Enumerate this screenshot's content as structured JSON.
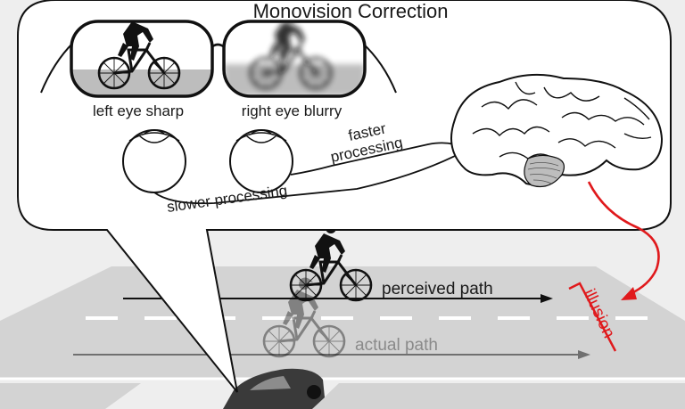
{
  "title": "Monovision Correction",
  "glasses": {
    "left_label": "left eye sharp",
    "right_label": "right eye blurry"
  },
  "processing": {
    "fast_line1": "faster",
    "fast_line2": "processing",
    "slow": "slower processing"
  },
  "road": {
    "perceived": "perceived path",
    "actual": "actual path",
    "illusion": "illusion"
  },
  "colors": {
    "accent": "#e0191c",
    "road": "#d3d3d3",
    "lens_tint": "#bdbdbd",
    "bubble": "#ffffff"
  },
  "icons": [
    "bicycle-rider-icon",
    "eyeball-icon",
    "brain-icon",
    "car-icon",
    "glasses-icon"
  ]
}
